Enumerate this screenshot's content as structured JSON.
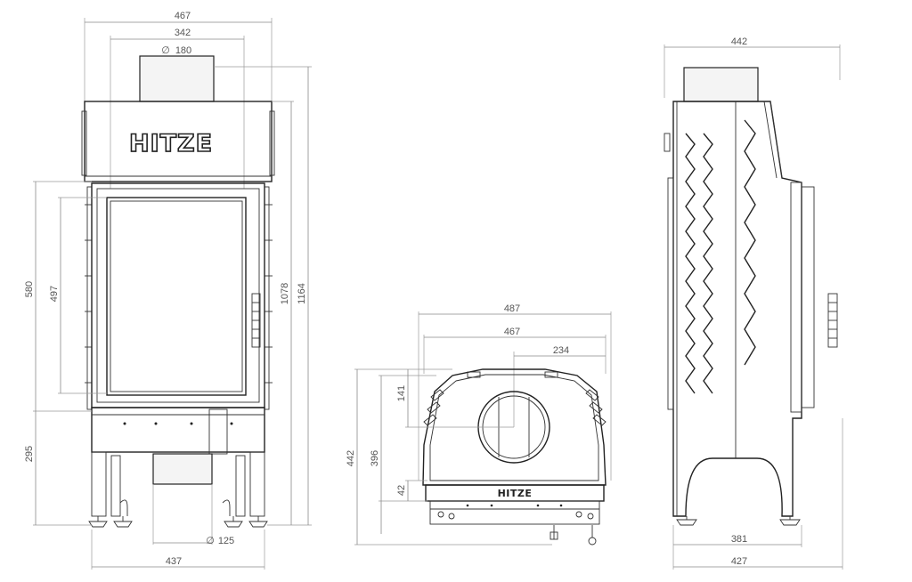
{
  "brand": "HITZE",
  "front_view": {
    "dims": {
      "width_total": "467",
      "width_top": "342",
      "flue_diameter": "180",
      "height_580": "580",
      "height_497": "497",
      "height_295": "295",
      "height_1078": "1078",
      "height_1164": "1164",
      "width_bottom": "437",
      "air_inlet_diameter": "125"
    }
  },
  "rear_view": {
    "dims": {
      "width_487": "487",
      "width_467": "467",
      "offset_234": "234",
      "height_141": "141",
      "height_396": "396",
      "height_442": "442",
      "height_42": "42"
    }
  },
  "side_view": {
    "dims": {
      "depth_top": "442",
      "depth_381": "381",
      "depth_427": "427"
    }
  }
}
